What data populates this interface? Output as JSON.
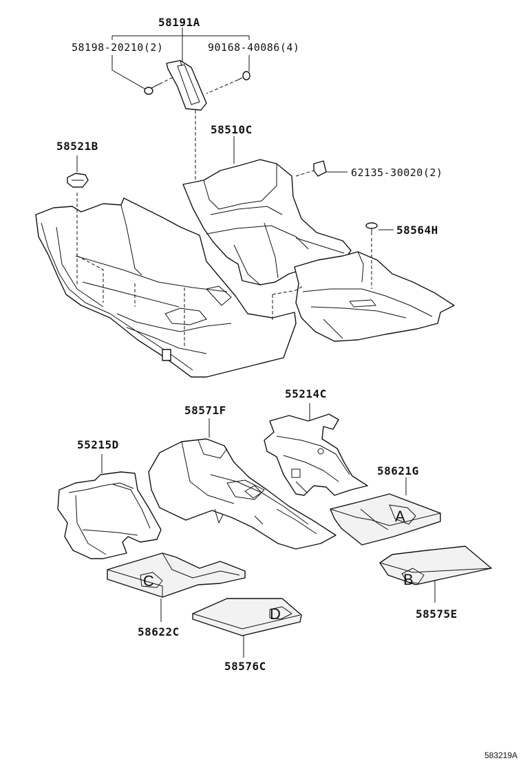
{
  "labels": {
    "l58191A": "58191A",
    "l58198": "58198-20210(2)",
    "l90168": "90168-40086(4)",
    "l58510C": "58510C",
    "l58521B": "58521B",
    "l62135": "62135-30020(2)",
    "l58564H": "58564H",
    "l55214C": "55214C",
    "l58571F": "58571F",
    "l55215D": "55215D",
    "l58621G": "58621G",
    "l58622C": "58622C",
    "l58575E": "58575E",
    "l58576C": "58576C"
  },
  "mat_marks": {
    "a": "A",
    "b": "B",
    "c": "C",
    "d": "D"
  },
  "diagram_code": "583219A"
}
